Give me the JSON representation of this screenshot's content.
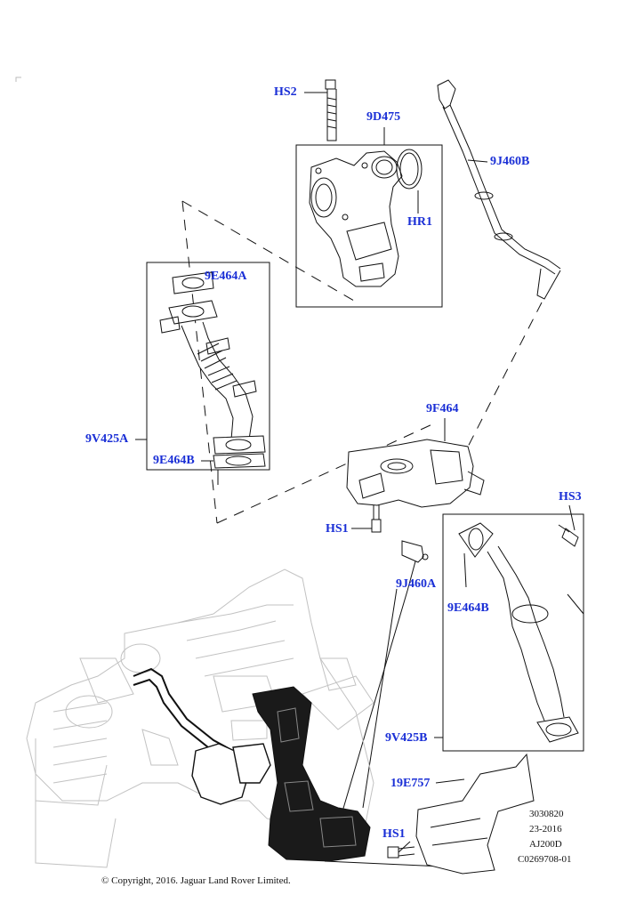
{
  "callouts": {
    "hs2": "HS2",
    "c9d475": "9D475",
    "c9j460b": "9J460B",
    "hr1": "HR1",
    "c9e464a": "9E464A",
    "c9v425a": "9V425A",
    "c9e464b_left": "9E464B",
    "c9f464": "9F464",
    "hs3": "HS3",
    "hs1_upper": "HS1",
    "c9j460a": "9J460A",
    "c9e464b_right": "9E464B",
    "c9v425b": "9V425B",
    "c19e757": "19E757",
    "hs1_lower": "HS1"
  },
  "meta": {
    "line1": "3030820",
    "line2": "23-2016",
    "line3": "AJ200D",
    "line4": "C0269708-01"
  },
  "copyright": "© Copyright, 2016. Jaguar Land Rover Limited."
}
